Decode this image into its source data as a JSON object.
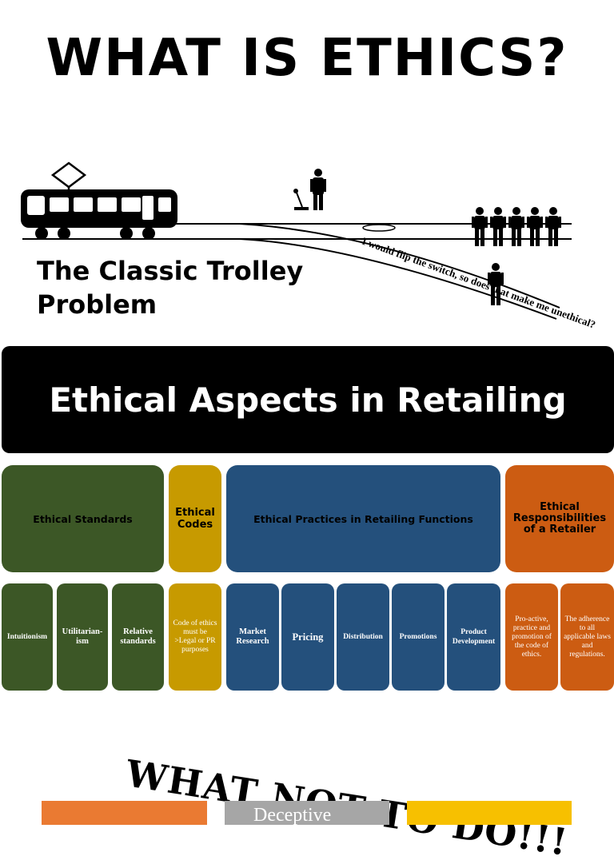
{
  "title": "WHAT IS ETHICS?",
  "trolley": {
    "caption": "The Classic Trolley Problem",
    "speech": "I would flip the switch, so does that make me unethical?"
  },
  "banner": {
    "title": "Ethical Aspects in Retailing"
  },
  "categories": [
    {
      "label": "Ethical Standards",
      "color": "#3c5726",
      "items": [
        "Intuitionism",
        "Utilitarian-ism",
        "Relative standards"
      ]
    },
    {
      "label": "Ethical Codes",
      "color": "#c79a00",
      "items": [
        "Code of ethics must be >Legal or PR purposes"
      ]
    },
    {
      "label": "Ethical Practices in Retailing Functions",
      "color": "#24507c",
      "items": [
        "Market Research",
        "Pricing",
        "Distribution",
        "Promotions",
        "Product Development"
      ]
    },
    {
      "label": "Ethical Responsibilities of a Retailer",
      "color": "#cc5c12",
      "items": [
        "Pro-active, practice and promotion of the code of ethics.",
        "The adherence to all applicable laws and regulations."
      ]
    }
  ],
  "what_not": {
    "title": "WHAT NOT TO DO!!!",
    "block2_text": "Deceptive"
  },
  "colors": {
    "bottom_orange": "#ea7a32",
    "bottom_gray": "#a6a6a6",
    "bottom_yellow": "#f7c000"
  }
}
